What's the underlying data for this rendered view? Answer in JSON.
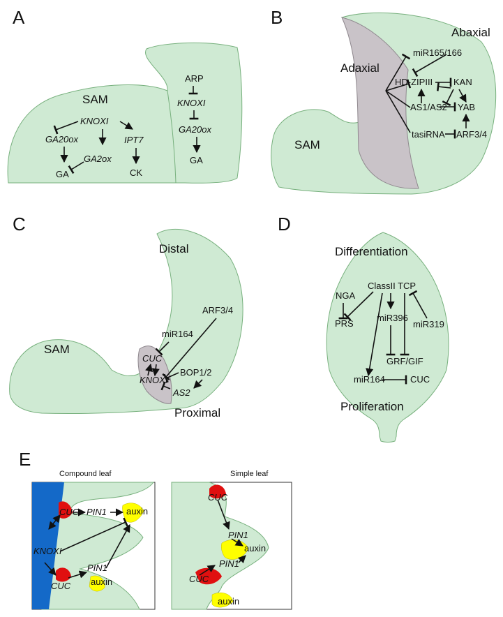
{
  "panels": {
    "A": {
      "letter": "A",
      "sam": "SAM",
      "knoxi": "KNOXI",
      "ga20ox_left": "GA20ox",
      "ga_left": "GA",
      "ga2ox": "GA2ox",
      "ipt7": "IPT7",
      "ck": "CK",
      "arp": "ARP",
      "knoxi_leaf": "KNOXI",
      "ga20ox_leaf": "GA20ox",
      "ga_leaf": "GA"
    },
    "B": {
      "letter": "B",
      "abaxial": "Abaxial",
      "adaxial": "Adaxial",
      "sam": "SAM",
      "mir165": "miR165/166",
      "hdzip": "HD-ZIPIII",
      "kan": "KAN",
      "as1as2": "AS1/AS2",
      "yab": "YAB",
      "tasirna": "tasiRNA",
      "arf34": "ARF3/4"
    },
    "C": {
      "letter": "C",
      "distal": "Distal",
      "proximal": "Proximal",
      "sam": "SAM",
      "arf34": "ARF3/4",
      "mir164": "miR164",
      "cuc": "CUC",
      "knoxi": "KNOXI",
      "bop12": "BOP1/2",
      "as2": "AS2"
    },
    "D": {
      "letter": "D",
      "differentiation": "Differentiation",
      "proliferation": "Proliferation",
      "classii": "ClassII TCP",
      "nga": "NGA",
      "prs": "PRS",
      "mir396": "miR396",
      "mir319": "miR319",
      "grfgif": "GRF/GIF",
      "mir164": "miR164",
      "cuc": "CUC"
    },
    "E": {
      "letter": "E",
      "compound_title": "Compound leaf",
      "simple_title": "Simple leaf",
      "cuc": "CUC",
      "pin1": "PIN1",
      "auxin": "auxin",
      "knoxi": "KNOXI"
    }
  },
  "colors": {
    "leaf_fill": "#cfead3",
    "leaf_stroke": "#77b07d",
    "gray_region": "#c9c3c8",
    "cuc_red": "#e01010",
    "auxin_yellow": "#ffff00",
    "knox_blue": "#1469c8"
  }
}
